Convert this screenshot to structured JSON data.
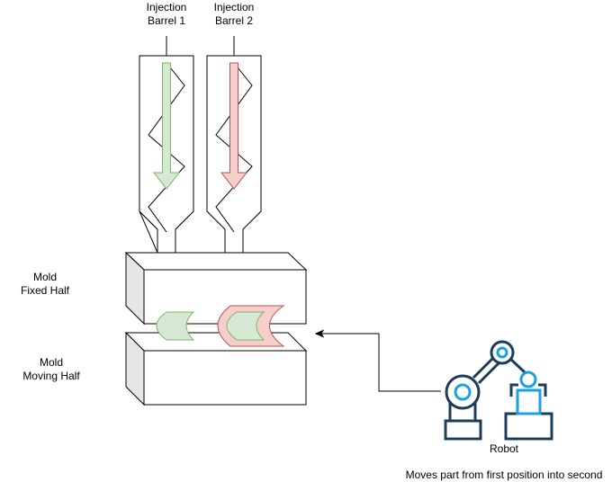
{
  "labels": {
    "barrel1": "Injection\nBarrel 1",
    "barrel2": "Injection\nBarrel 2",
    "mold_fixed": "Mold\nFixed Half",
    "mold_moving": "Mold\nMoving Half",
    "robot": "Robot",
    "caption": "Moves part from first position into second"
  },
  "colors": {
    "stroke": "#000000",
    "block_side": "#e6e6e6",
    "green_fill": "#d5e8d4",
    "green_stroke": "#82b366",
    "red_fill": "#f8cecc",
    "red_stroke": "#b85450",
    "robot_dark": "#1c3d5a",
    "robot_accent": "#1ba1e2"
  },
  "icons": [
    "robot-arm-icon"
  ]
}
